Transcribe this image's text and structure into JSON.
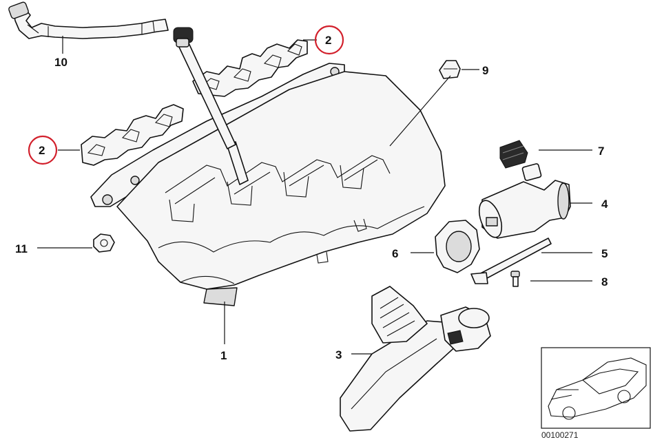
{
  "callouts": [
    {
      "id": "c10",
      "label": "10"
    },
    {
      "id": "c2a",
      "label": "2",
      "highlighted": true
    },
    {
      "id": "c2b",
      "label": "2",
      "highlighted": true
    },
    {
      "id": "c9",
      "label": "9"
    },
    {
      "id": "c7",
      "label": "7"
    },
    {
      "id": "c4",
      "label": "4"
    },
    {
      "id": "c5",
      "label": "5"
    },
    {
      "id": "c6",
      "label": "6"
    },
    {
      "id": "c8",
      "label": "8"
    },
    {
      "id": "c11",
      "label": "11"
    },
    {
      "id": "c1",
      "label": "1"
    },
    {
      "id": "c3",
      "label": "3"
    }
  ],
  "catalog_number": "00100271",
  "watermark_text": "",
  "colors": {
    "highlight": "#d21f2b",
    "line": "#111111",
    "background": "#ffffff"
  }
}
